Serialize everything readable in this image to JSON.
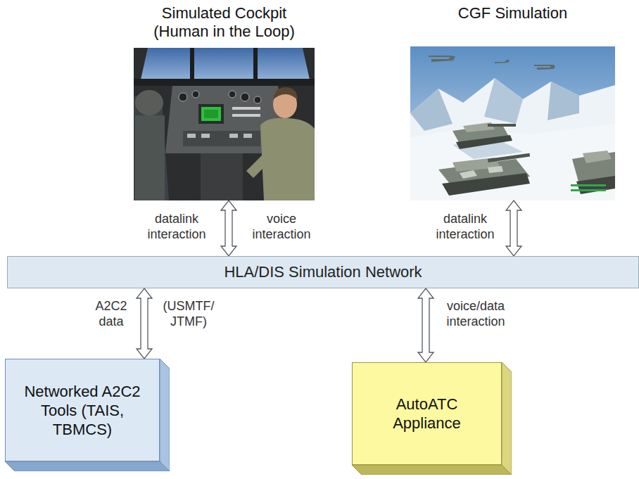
{
  "diagram": {
    "nodes": [
      {
        "text": [
          "Simulated Cockpit (Human in the Loop)"
        ]
      },
      {
        "text": [
          "CGF Simulation"
        ]
      },
      {
        "text": [
          "HLA/DIS Simulation Network"
        ]
      },
      {
        "text": [
          "Networked A2C2 Tools (TAIS, TBMCS)"
        ]
      },
      {
        "text": [
          "AutoATC Appliance"
        ]
      }
    ],
    "edges": [
      {
        "from": 0,
        "to": 2,
        "arrow": "both",
        "label": "datalink interaction"
      },
      {
        "from": 1,
        "to": 2,
        "arrow": "both",
        "label": "datalink interaction"
      },
      {
        "from": 2,
        "to": 3,
        "arrow": "both",
        "label": "A2C2 data"
      },
      {
        "from": 2,
        "to": 4,
        "arrow": "both",
        "label": "voice/data interaction"
      }
    ],
    "labels": [
      "voice interaction",
      "(USMTF/ JTMF)"
    ]
  }
}
